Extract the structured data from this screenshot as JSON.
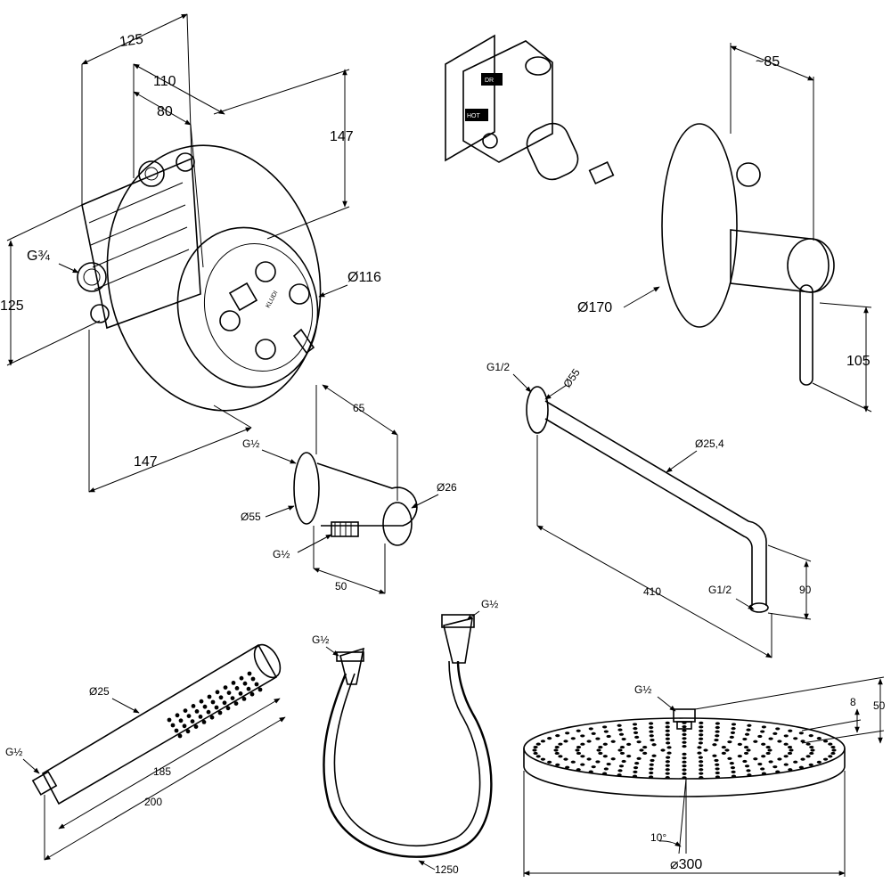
{
  "mixer_body": {
    "width_125": "125",
    "width_110": "110",
    "width_80": "80",
    "height_147": "147",
    "inlet_g34": "G¾",
    "height_125": "125",
    "diameter_116": "Ø116",
    "width_147": "147",
    "brand_text": "KLUDI"
  },
  "mixer_valve": {
    "label_dr": "DR",
    "label_hot": "HOT"
  },
  "wall_plate": {
    "depth": "~85",
    "diameter": "Ø170",
    "height": "105"
  },
  "shower_arm": {
    "thread_top": "G1/2",
    "flange_diameter": "Ø55",
    "pipe_diameter": "Ø25,4",
    "length": "410",
    "drop": "90",
    "thread_bottom": "G1/2"
  },
  "wall_outlet": {
    "depth": "65",
    "thread_top": "G½",
    "holder_diameter": "Ø26",
    "flange_diameter": "Ø55",
    "thread_bottom": "G½",
    "height": "50"
  },
  "hand_shower": {
    "diameter": "Ø25",
    "thread": "G½",
    "length_185": "185",
    "length_200": "200"
  },
  "hose": {
    "thread_left": "G½",
    "thread_right": "G½",
    "length": "1250"
  },
  "overhead_shower": {
    "thread": "G½",
    "height_8": "8",
    "height_50": "50",
    "angle": "10°",
    "diameter": "⌀300"
  }
}
